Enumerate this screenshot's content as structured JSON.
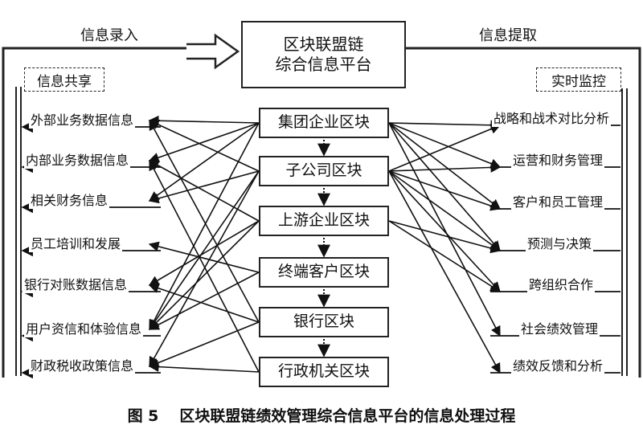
{
  "top": {
    "input_label": "信息录入",
    "output_label": "信息提取"
  },
  "platform": {
    "line1": "区块联盟链",
    "line2": "综合信息平台"
  },
  "left_panel": {
    "title": "信息共享",
    "items": [
      "外部业务数据信息",
      "内部业务数据信息",
      "相关财务信息",
      "员工培训和发展",
      "银行对账数据信息",
      "用户资信和体验信息",
      "财政税收政策信息"
    ]
  },
  "right_panel": {
    "title": "实时监控",
    "items": [
      "战略和战术对比分析",
      "运营和财务管理",
      "客户和员工管理",
      "预测与决策",
      "跨组织合作",
      "社会绩效管理",
      "绩效反馈和分析"
    ]
  },
  "blocks": [
    "集团企业区块",
    "子公司区块",
    "上游企业区块",
    "终端客户区块",
    "银行区块",
    "行政机关区块"
  ],
  "caption": {
    "number": "图 5",
    "title": "区块联盟链绩效管理综合信息平台的信息处理过程"
  }
}
